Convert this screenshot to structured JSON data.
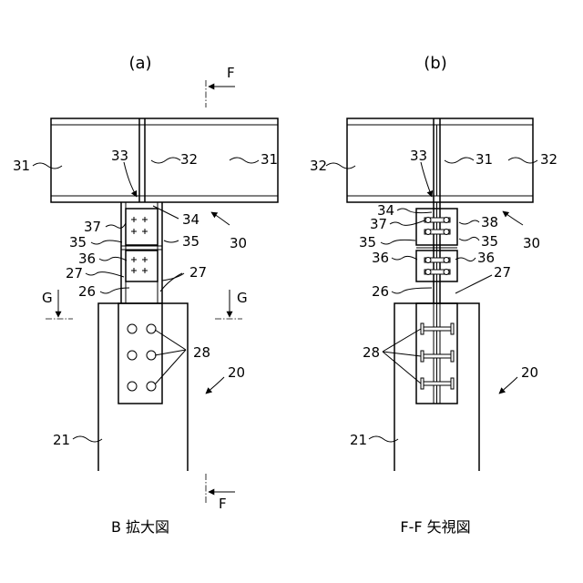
{
  "figure_a": {
    "heading": "(a)",
    "caption": "B 拡大図",
    "labels": {
      "l31_left": "31",
      "l33": "33",
      "l32": "32",
      "l31_right": "31",
      "l37": "37",
      "l34": "34",
      "l35_left": "35",
      "l35_right": "35",
      "l30": "30",
      "l36": "36",
      "l27_left": "27",
      "l27_right": "27",
      "l26": "26",
      "l28": "28",
      "l20": "20",
      "l21": "21"
    },
    "section_marks": {
      "top_F": "F",
      "bottom_F": "F",
      "left_G": "G",
      "right_G": "G"
    }
  },
  "figure_b": {
    "heading": "(b)",
    "caption": "F-F 矢視図",
    "labels": {
      "l32_left": "32",
      "l33": "33",
      "l31": "31",
      "l32_right": "32",
      "l34": "34",
      "l37": "37",
      "l38": "38",
      "l35_left": "35",
      "l35_right": "35",
      "l30": "30",
      "l36_left": "36",
      "l36_right": "36",
      "l26": "26",
      "l27": "27",
      "l28": "28",
      "l20": "20",
      "l21": "21"
    }
  }
}
